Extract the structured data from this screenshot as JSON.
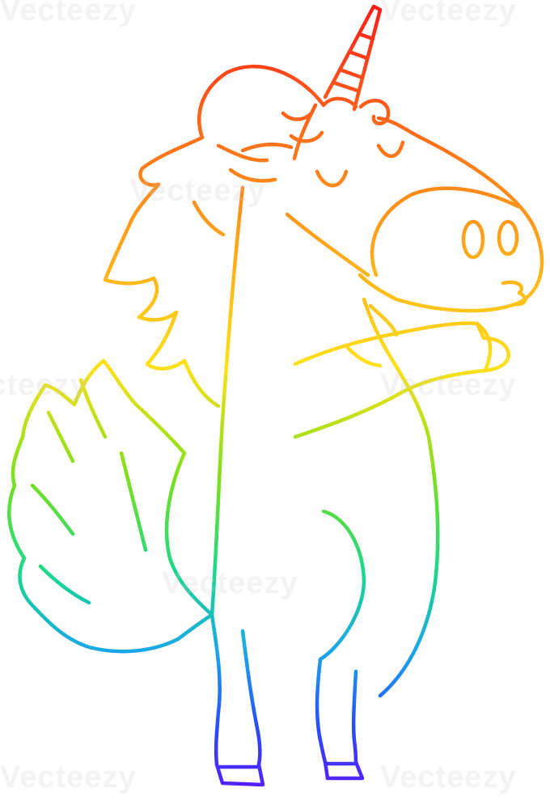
{
  "illustration": {
    "subject": "unicorn",
    "style": "rainbow gradient line art",
    "gradient_colors": [
      "#ff1a1a",
      "#ff8a1a",
      "#ffd21a",
      "#7ee01a",
      "#1ad9a0",
      "#1a8cff",
      "#4a2aff"
    ]
  },
  "watermark": {
    "text": "Vecteezy",
    "logo_icon": "vecteezy-v-logo"
  }
}
